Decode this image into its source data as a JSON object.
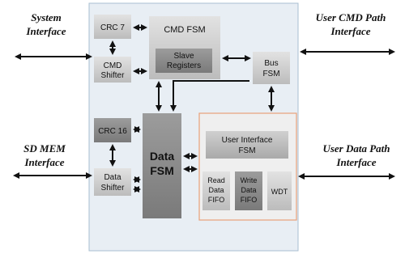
{
  "left_labels": {
    "system_interface": [
      "System",
      "Interface"
    ],
    "sd_mem_interface": [
      "SD MEM",
      "Interface"
    ]
  },
  "right_labels": {
    "user_cmd_path_interface": [
      "User CMD Path",
      "Interface"
    ],
    "user_data_path_interface": [
      "User Data Path",
      "Interface"
    ]
  },
  "blocks": {
    "crc7": [
      "CRC 7"
    ],
    "cmd_shifter": [
      "CMD",
      "Shifter"
    ],
    "cmd_fsm": [
      "CMD FSM"
    ],
    "slave_registers": [
      "Slave",
      "Registers"
    ],
    "bus_fsm": [
      "Bus",
      "FSM"
    ],
    "crc16": [
      "CRC 16"
    ],
    "data_shifter": [
      "Data",
      "Shifter"
    ],
    "data_fsm": [
      "Data",
      "FSM"
    ],
    "user_interface_fsm": [
      "User Interface",
      "FSM"
    ],
    "read_data_fifo": [
      "Read",
      "Data",
      "FIFO"
    ],
    "write_data_fifo": [
      "Write",
      "Data",
      "FIFO"
    ],
    "wdt": [
      "WDT"
    ]
  },
  "colors": {
    "core_bg": "#e8eef4",
    "core_border": "#a9bfd2",
    "user_panel_bg": "#efefef",
    "user_panel_border": "#e8a07a",
    "light_block": "#cfcfcf",
    "mid_block": "#bdbdbd",
    "dark_block": "#8a8a8a",
    "arrow": "#111111"
  }
}
